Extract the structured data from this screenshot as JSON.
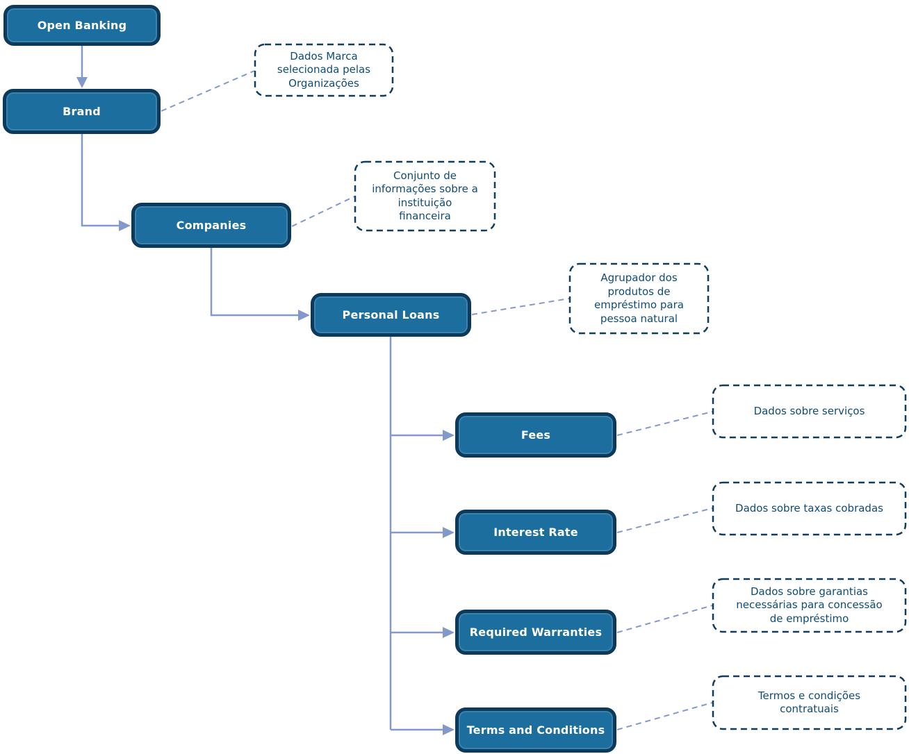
{
  "diagram": {
    "type": "hierarchy-flowchart",
    "root_label": "Open Banking",
    "colors": {
      "node_fill": "#1c6e9e",
      "node_border": "#0c3a5c",
      "node_text": "#ffffff",
      "note_border": "#0e3d60",
      "note_text": "#0f4c77",
      "connector": "#8398cb"
    },
    "nodes": [
      {
        "id": "open-banking",
        "label": "Open Banking"
      },
      {
        "id": "brand",
        "label": "Brand"
      },
      {
        "id": "companies",
        "label": "Companies"
      },
      {
        "id": "personal-loans",
        "label": "Personal Loans"
      },
      {
        "id": "fees",
        "label": "Fees"
      },
      {
        "id": "interest-rate",
        "label": "Interest Rate"
      },
      {
        "id": "required-warranties",
        "label": "Required Warranties"
      },
      {
        "id": "terms-and-conditions",
        "label": "Terms and Conditions"
      }
    ],
    "annotations": [
      {
        "for": "brand",
        "text": "Dados Marca\nselecionada pelas\nOrganizações"
      },
      {
        "for": "companies",
        "text": "Conjunto de\ninformações sobre a\ninstituição\nfinanceira"
      },
      {
        "for": "personal-loans",
        "text": "Agrupador dos\nprodutos de\nempréstimo para\npessoa natural"
      },
      {
        "for": "fees",
        "text": "Dados sobre serviços"
      },
      {
        "for": "interest-rate",
        "text": "Dados sobre taxas cobradas"
      },
      {
        "for": "required-warranties",
        "text": "Dados sobre garantias\nnecessárias para concessão\nde empréstimo"
      },
      {
        "for": "terms-and-conditions",
        "text": "Termos e condições\ncontratuais"
      }
    ],
    "edges": [
      {
        "from": "Open Banking",
        "to": "Brand"
      },
      {
        "from": "Brand",
        "to": "Companies"
      },
      {
        "from": "Companies",
        "to": "Personal Loans"
      },
      {
        "from": "Personal Loans",
        "to": "Fees"
      },
      {
        "from": "Personal Loans",
        "to": "Interest Rate"
      },
      {
        "from": "Personal Loans",
        "to": "Required Warranties"
      },
      {
        "from": "Personal Loans",
        "to": "Terms and Conditions"
      }
    ]
  }
}
